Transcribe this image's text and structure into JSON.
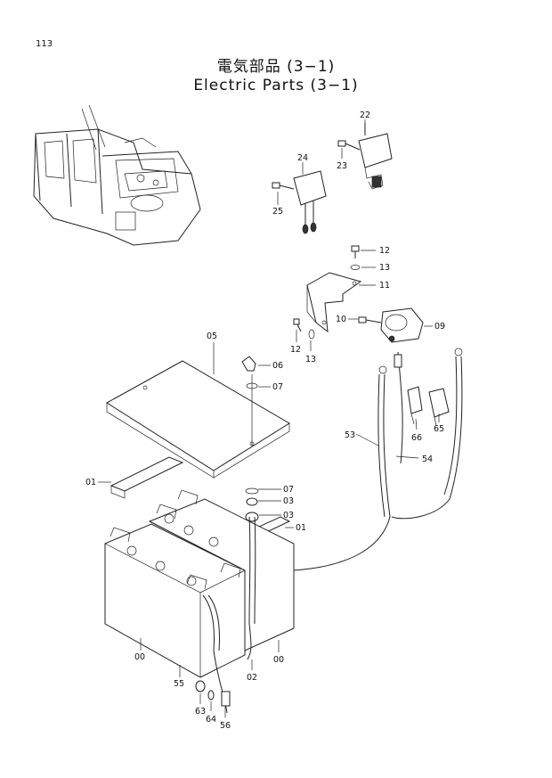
{
  "page": {
    "number": "113"
  },
  "title": {
    "japanese": "電気部品 (3−1)",
    "english": "Electric Parts (3−1)"
  },
  "callouts": {
    "c22": "22",
    "c23": "23",
    "c24": "24",
    "c25": "25",
    "c12a": "12",
    "c13a": "13",
    "c11": "11",
    "c10": "10",
    "c09": "09",
    "c12b": "12",
    "c13b": "13",
    "c05": "05",
    "c06": "06",
    "c07a": "07",
    "c53": "53",
    "c54": "54",
    "c66": "66",
    "c65": "65",
    "c01a": "01",
    "c07b": "07",
    "c03a": "03",
    "c03b": "03",
    "c01b": "01",
    "c00a": "00",
    "c00b": "00",
    "c55": "55",
    "c02": "02",
    "c63": "63",
    "c64": "64",
    "c56": "56"
  }
}
